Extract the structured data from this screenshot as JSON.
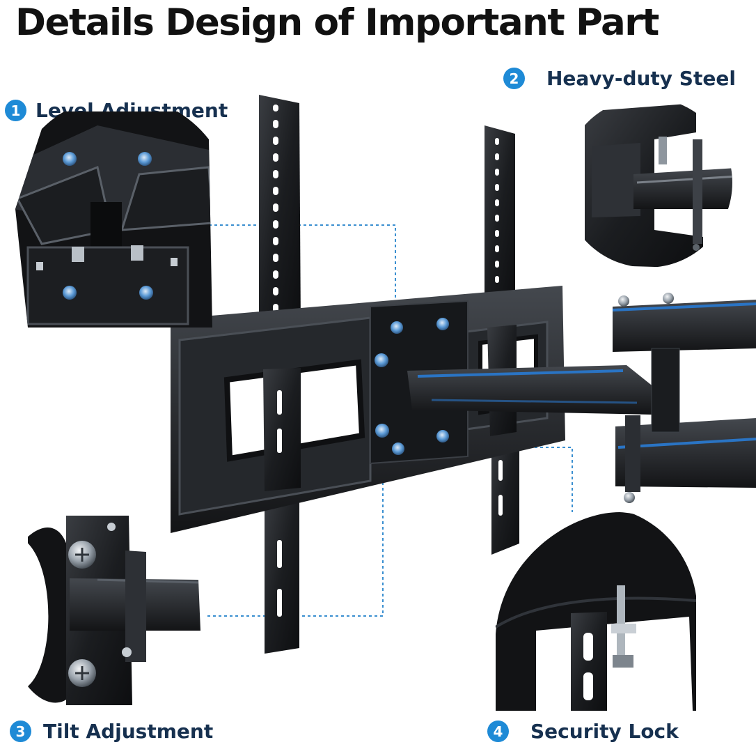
{
  "title": "Details Design of Important Part",
  "features": [
    {
      "number": "1",
      "label": "Level Adjustment",
      "icon": "level-adjustment-icon"
    },
    {
      "number": "2",
      "label": "Heavy-duty Steel",
      "icon": "steel-arm-icon"
    },
    {
      "number": "3",
      "label": "Tilt Adjustment",
      "icon": "tilt-adjustment-icon"
    },
    {
      "number": "4",
      "label": "Security Lock",
      "icon": "security-lock-icon"
    }
  ],
  "colors": {
    "badge": "#1e8ad6",
    "label": "#16304f",
    "title": "#111111",
    "steel": "#1b1d20",
    "accent_blue": "#2a74c4",
    "callout_line": "#3a8fd0"
  }
}
